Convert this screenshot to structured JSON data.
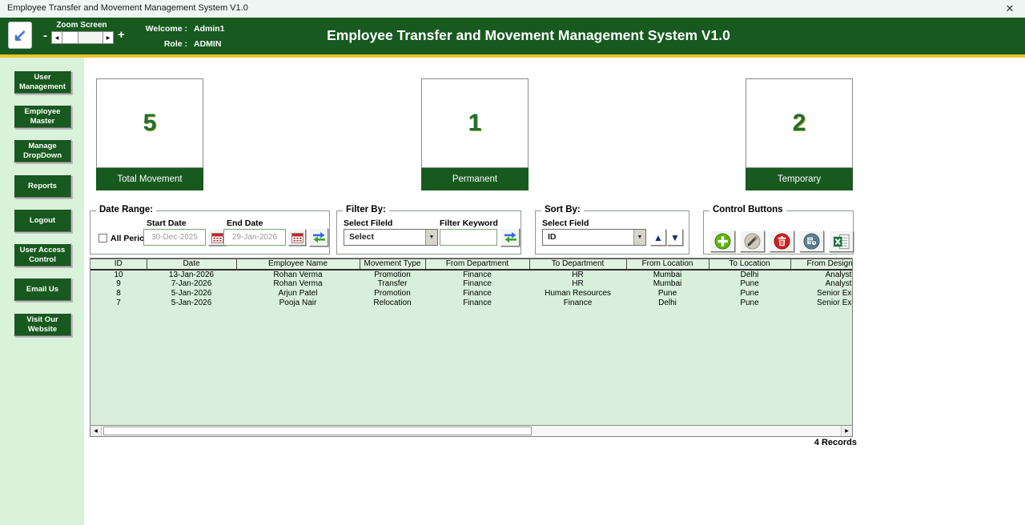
{
  "window": {
    "title": "Employee Transfer and Movement Management System V1.0"
  },
  "icons": {
    "close": "✕",
    "app_arrow": "↙",
    "minus": "-",
    "plus": "+",
    "scroll_left": "◀",
    "scroll_right": "▶",
    "combo_arrow": "▼",
    "sort_up": "▲",
    "sort_down": "▼"
  },
  "header": {
    "zoom_label": "Zoom Screen",
    "welcome_label": "Welcome :",
    "welcome_value": "Admin1",
    "role_label": "Role :",
    "role_value": "ADMIN",
    "title": "Employee Transfer and Movement Management System V1.0"
  },
  "colors": {
    "header_green": "#17591E",
    "highlight_yellow": "#EDC32A",
    "sidebar_light_green": "#D9F2DA",
    "table_light_green": "#D9EFDB",
    "stat_value_green": "#1E7031"
  },
  "sidebar": {
    "items": [
      {
        "label": "User Management"
      },
      {
        "label": "Employee Master"
      },
      {
        "label": "Manage DropDown"
      },
      {
        "label": "Reports"
      },
      {
        "label": "Logout"
      },
      {
        "label": "User Access Control"
      },
      {
        "label": "Email Us"
      },
      {
        "label": "Visit Our Website"
      }
    ]
  },
  "stats": [
    {
      "value": "5",
      "label": "Total Movement"
    },
    {
      "value": "1",
      "label": "Permanent"
    },
    {
      "value": "2",
      "label": "Temporary"
    }
  ],
  "date_range": {
    "legend": "Date Range:",
    "all_period_label": "All Period",
    "start_label": "Start Date",
    "start_value": "30-Dec-2025",
    "end_label": "End Date",
    "end_value": "29-Jan-2026"
  },
  "filter": {
    "legend": "Filter By:",
    "field_label": "Select Fileld",
    "field_value": "Select",
    "keyword_label": "Filter Keyword",
    "keyword_value": ""
  },
  "sort": {
    "legend": "Sort By:",
    "field_label": "Select Field",
    "field_value": "ID"
  },
  "controls": {
    "legend": "Control Buttons"
  },
  "table": {
    "columns": [
      "ID",
      "Date",
      "Employee Name",
      "Movement Type",
      "From Department",
      "To Department",
      "From Location",
      "To Location",
      "From Designation"
    ],
    "rows": [
      [
        "10",
        "13-Jan-2026",
        "Rohan Verma",
        "Promotion",
        "Finance",
        "HR",
        "Mumbai",
        "Delhi",
        "Analyst"
      ],
      [
        "9",
        "7-Jan-2026",
        "Rohan Verma",
        "Transfer",
        "Finance",
        "HR",
        "Mumbai",
        "Pune",
        "Analyst"
      ],
      [
        "8",
        "5-Jan-2026",
        "Arjun Patel",
        "Promotion",
        "Finance",
        "Human Resources",
        "Pune",
        "Pune",
        "Senior Exec"
      ],
      [
        "7",
        "5-Jan-2026",
        "Pooja Nair",
        "Relocation",
        "Finance",
        "Finance",
        "Delhi",
        "Pune",
        "Senior Exec"
      ]
    ]
  },
  "footer": {
    "records": "4 Records"
  }
}
